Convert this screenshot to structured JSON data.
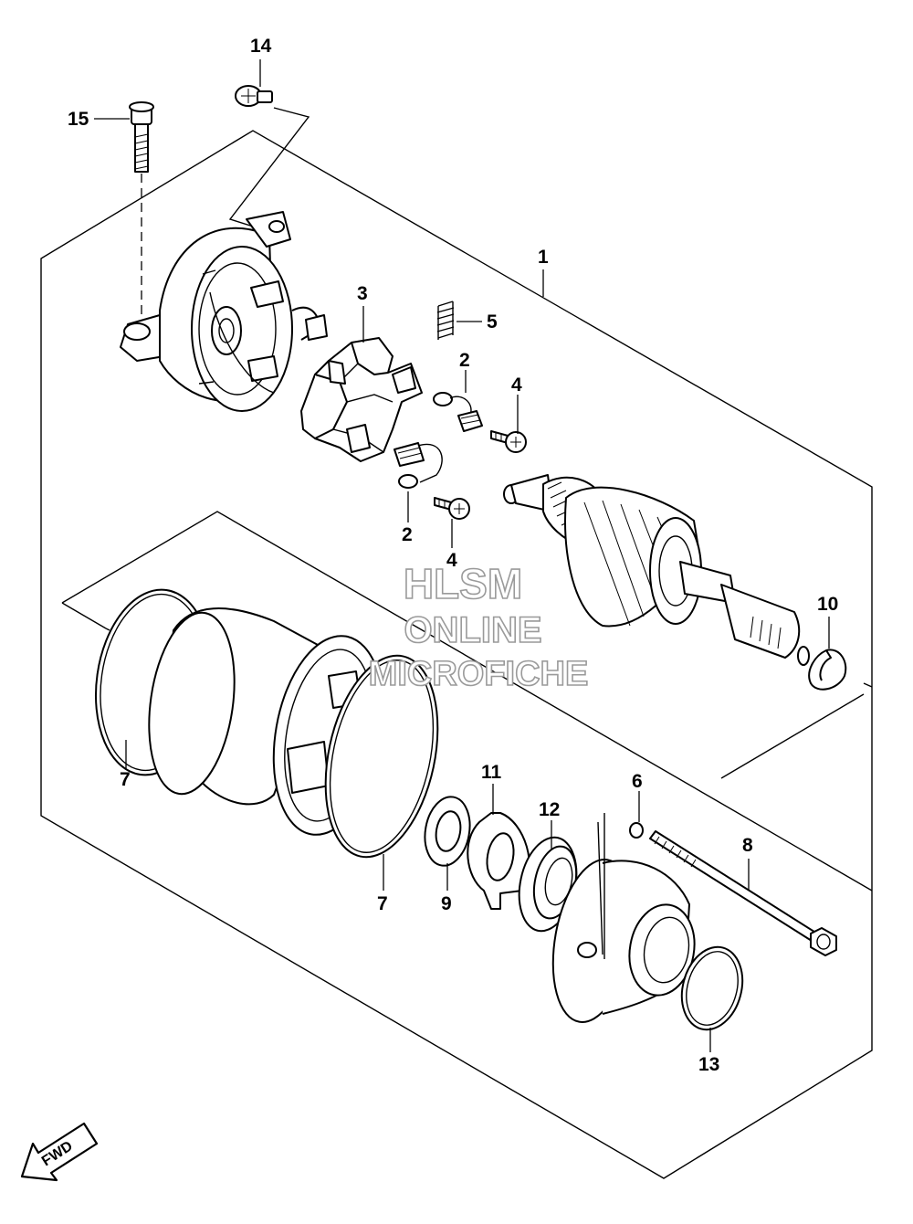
{
  "callouts": [
    {
      "id": "c1",
      "label": "1"
    },
    {
      "id": "c2a",
      "label": "2"
    },
    {
      "id": "c2b",
      "label": "2"
    },
    {
      "id": "c3",
      "label": "3"
    },
    {
      "id": "c4a",
      "label": "4"
    },
    {
      "id": "c4b",
      "label": "4"
    },
    {
      "id": "c5",
      "label": "5"
    },
    {
      "id": "c6",
      "label": "6"
    },
    {
      "id": "c7a",
      "label": "7"
    },
    {
      "id": "c7b",
      "label": "7"
    },
    {
      "id": "c8",
      "label": "8"
    },
    {
      "id": "c9",
      "label": "9"
    },
    {
      "id": "c10",
      "label": "10"
    },
    {
      "id": "c11",
      "label": "11"
    },
    {
      "id": "c12",
      "label": "12"
    },
    {
      "id": "c13",
      "label": "13"
    },
    {
      "id": "c14",
      "label": "14"
    },
    {
      "id": "c15",
      "label": "15"
    }
  ],
  "watermark": {
    "line1": "HLSM",
    "line2": "ONLINE",
    "line3": "MICROFICHE"
  },
  "fwd_arrow": {
    "label": "FWD",
    "icon": "fwd-arrow-icon"
  }
}
